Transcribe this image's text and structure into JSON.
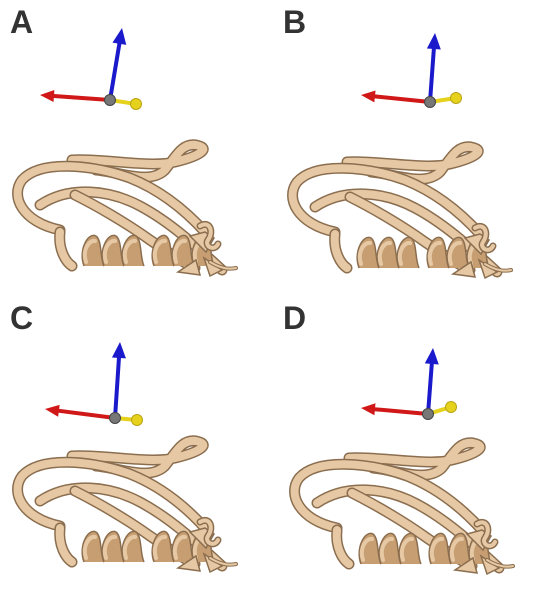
{
  "panels": [
    {
      "id": "a",
      "label": "A",
      "variant": 0
    },
    {
      "id": "b",
      "label": "B",
      "variant": 1
    },
    {
      "id": "c",
      "label": "C",
      "variant": 2
    },
    {
      "id": "d",
      "label": "D",
      "variant": 3
    }
  ],
  "colors": {
    "x_axis": "#d01818",
    "y_axis": "#1a1acc",
    "z_axis": "#e6d21c",
    "origin": "#777777",
    "ribbon_fill": "#e6c9a4",
    "ribbon_dark": "#c79e72",
    "ribbon_stroke": "#8b6e4f",
    "label": "#333333"
  },
  "icons": {
    "axes": "xyz-axes-icon",
    "structure": "protein-ribbon-icon"
  }
}
